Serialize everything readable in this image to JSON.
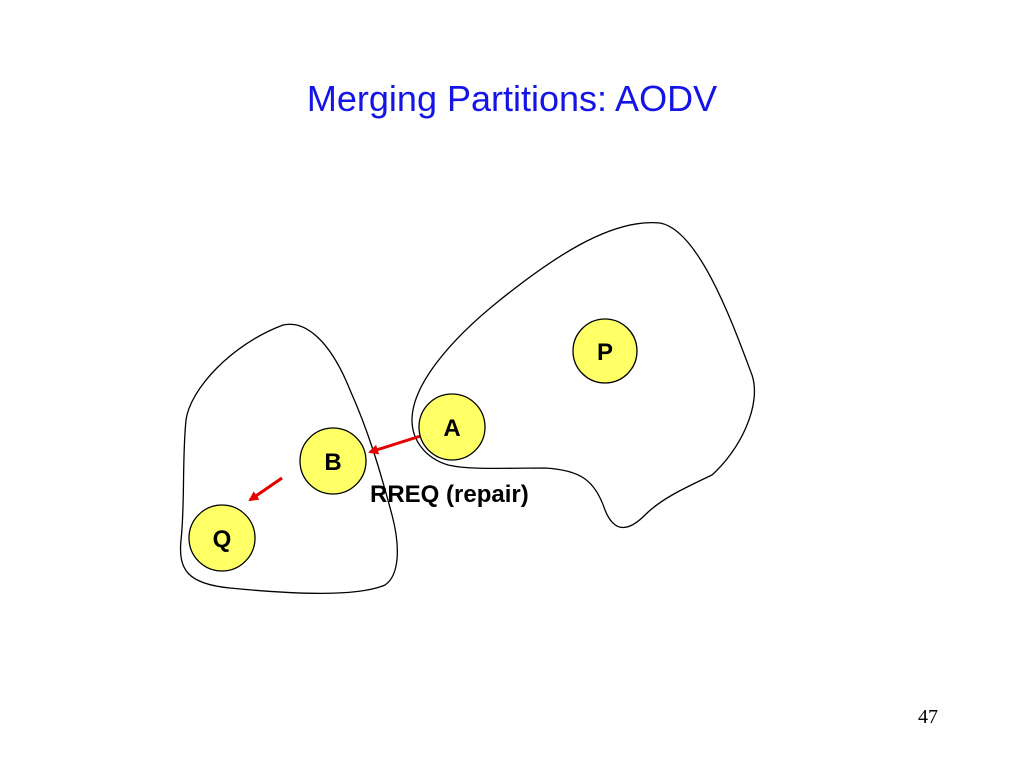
{
  "slide": {
    "title": "Merging Partitions: AODV",
    "page_number": "47"
  },
  "colors": {
    "title": "#1414e6",
    "node_fill": "#ffff66",
    "node_stroke": "#000000",
    "arrow": "#e60000",
    "outline": "#000000"
  },
  "nodes": {
    "p": "P",
    "a": "A",
    "b": "B",
    "q": "Q"
  },
  "labels": {
    "rreq": "RREQ (repair)"
  }
}
